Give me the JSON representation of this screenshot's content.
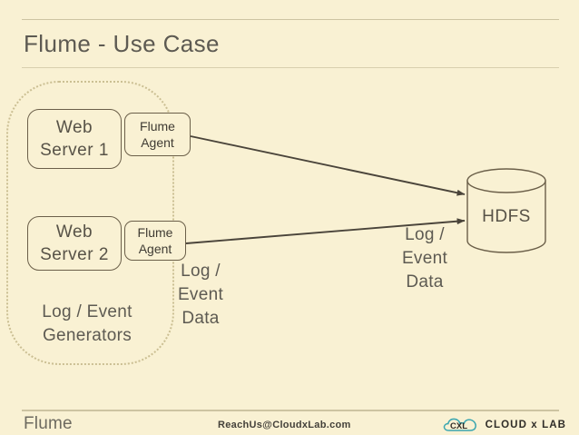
{
  "slide": {
    "title": "Flume - Use Case",
    "background_color": "#f9f1d3",
    "title_color": "#5d5a52"
  },
  "diagram": {
    "region_label": "Log / Event\nGenerators",
    "nodes": [
      {
        "name": "web-server-1",
        "label": "Web\nServer 1"
      },
      {
        "name": "flume-agent-1",
        "label": "Flume\nAgent"
      },
      {
        "name": "web-server-2",
        "label": "Web\nServer 2"
      },
      {
        "name": "flume-agent-2",
        "label": "Flume\nAgent"
      }
    ],
    "storage": {
      "label": "HDFS",
      "shape": "cylinder"
    },
    "flow_labels": [
      {
        "name": "log-event-data-left",
        "label": "Log /\nEvent\nData"
      },
      {
        "name": "log-event-data-right",
        "label": "Log /\nEvent\nData"
      }
    ],
    "arrow_color": "#4a443a",
    "box_border_color": "#6b5f49",
    "region_border_color": "#cbbf93"
  },
  "footer": {
    "section": "Flume",
    "email": "ReachUs@CloudxLab.com",
    "logo_text": "CLOUD x LAB",
    "logo_monogram": "CXL",
    "logo_color": "#3aa6b0"
  }
}
